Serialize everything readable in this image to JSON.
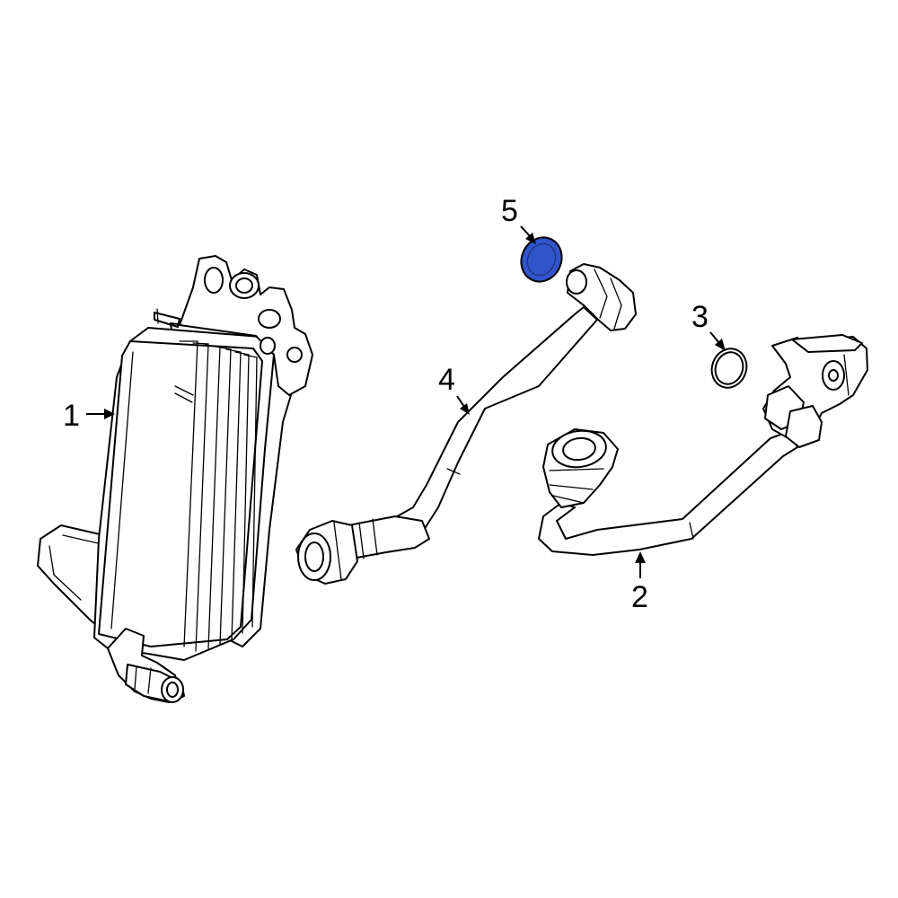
{
  "highlight_color": "#2f55c8",
  "line_color": "#000000",
  "background_color": "#ffffff",
  "callouts": [
    {
      "id": "1",
      "label": "1"
    },
    {
      "id": "2",
      "label": "2"
    },
    {
      "id": "3",
      "label": "3"
    },
    {
      "id": "4",
      "label": "4"
    },
    {
      "id": "5",
      "label": "5",
      "highlighted": true
    }
  ]
}
